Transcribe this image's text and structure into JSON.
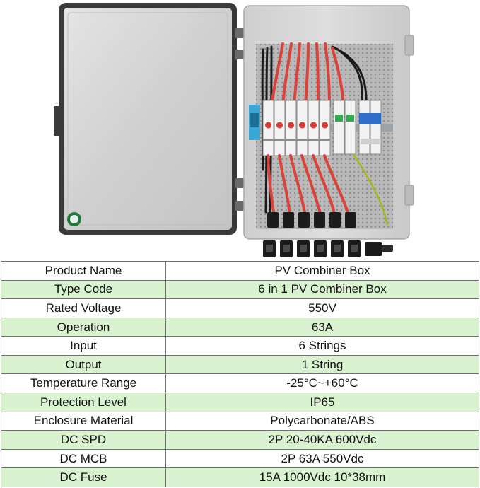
{
  "rows": [
    {
      "label": "Product Name",
      "value": "PV Combiner Box"
    },
    {
      "label": "Type Code",
      "value": "6 in 1 PV Combiner Box"
    },
    {
      "label": "Rated Voltage",
      "value": "550V"
    },
    {
      "label": "Operation",
      "value": "63A"
    },
    {
      "label": "Input",
      "value": "6 Strings"
    },
    {
      "label": "Output",
      "value": "1 String"
    },
    {
      "label": "Temperature Range",
      "value": "-25°C~+60°C"
    },
    {
      "label": "Protection Level",
      "value": "IP65"
    },
    {
      "label": "Enclosure Material",
      "value": "Polycarbonate/ABS"
    },
    {
      "label": "DC SPD",
      "value": "2P 20-40KA 600Vdc"
    },
    {
      "label": "DC MCB",
      "value": "2P 63A 550Vdc"
    },
    {
      "label": "DC Fuse",
      "value": "15A 1000Vdc 10*38mm"
    }
  ],
  "colors": {
    "row_green": "#d9f2d0",
    "row_white": "#ffffff",
    "border": "#707070",
    "wire_red": "#d9433a",
    "enclosure_grey": "#d8d8d8"
  }
}
